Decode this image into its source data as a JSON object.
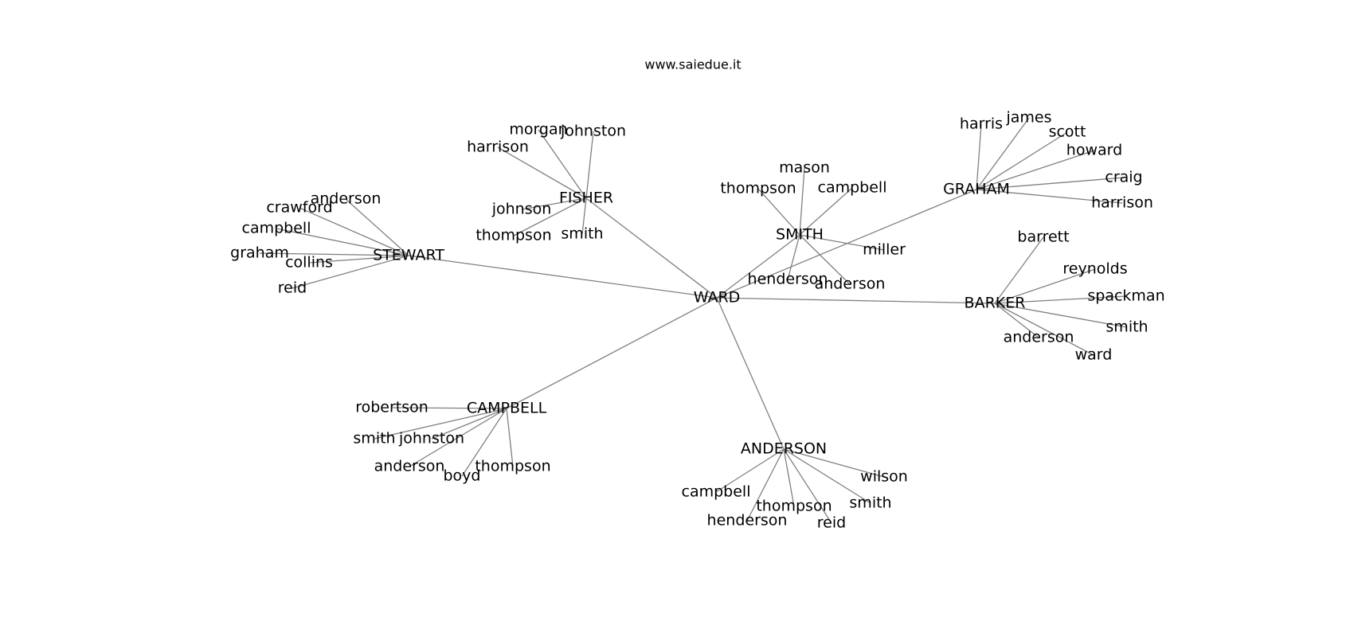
{
  "title": "www.saiedue.it",
  "colors": {
    "edge": "#808080",
    "text": "#000000",
    "background": "#ffffff"
  },
  "nodes": [
    {
      "id": "ward",
      "label": "WARD"
    },
    {
      "id": "stewart",
      "label": "STEWART"
    },
    {
      "id": "fisher",
      "label": "FISHER"
    },
    {
      "id": "smith",
      "label": "SMITH"
    },
    {
      "id": "graham",
      "label": "GRAHAM"
    },
    {
      "id": "barker",
      "label": "BARKER"
    },
    {
      "id": "campbell",
      "label": "CAMPBELL"
    },
    {
      "id": "anderson",
      "label": "ANDERSON"
    },
    {
      "id": "stewart-anderson",
      "label": "anderson"
    },
    {
      "id": "stewart-crawford",
      "label": "crawford"
    },
    {
      "id": "stewart-campbell",
      "label": "campbell"
    },
    {
      "id": "stewart-graham",
      "label": "graham"
    },
    {
      "id": "stewart-collins",
      "label": "collins"
    },
    {
      "id": "stewart-reid",
      "label": "reid"
    },
    {
      "id": "fisher-morgan",
      "label": "morgan"
    },
    {
      "id": "fisher-johnston",
      "label": "johnston"
    },
    {
      "id": "fisher-harrison",
      "label": "harrison"
    },
    {
      "id": "fisher-johnson",
      "label": "johnson"
    },
    {
      "id": "fisher-thompson",
      "label": "thompson"
    },
    {
      "id": "fisher-smith",
      "label": "smith"
    },
    {
      "id": "smith-mason",
      "label": "mason"
    },
    {
      "id": "smith-thompson",
      "label": "thompson"
    },
    {
      "id": "smith-campbell",
      "label": "campbell"
    },
    {
      "id": "smith-miller",
      "label": "miller"
    },
    {
      "id": "smith-henderson",
      "label": "henderson"
    },
    {
      "id": "smith-anderson",
      "label": "anderson"
    },
    {
      "id": "graham-harris",
      "label": "harris"
    },
    {
      "id": "graham-james",
      "label": "james"
    },
    {
      "id": "graham-scott",
      "label": "scott"
    },
    {
      "id": "graham-howard",
      "label": "howard"
    },
    {
      "id": "graham-craig",
      "label": "craig"
    },
    {
      "id": "graham-harrison",
      "label": "harrison"
    },
    {
      "id": "barker-barrett",
      "label": "barrett"
    },
    {
      "id": "barker-reynolds",
      "label": "reynolds"
    },
    {
      "id": "barker-spackman",
      "label": "spackman"
    },
    {
      "id": "barker-smith",
      "label": "smith"
    },
    {
      "id": "barker-anderson",
      "label": "anderson"
    },
    {
      "id": "barker-ward",
      "label": "ward"
    },
    {
      "id": "campbell-robertson",
      "label": "robertson"
    },
    {
      "id": "campbell-smith",
      "label": "smith"
    },
    {
      "id": "campbell-johnston",
      "label": "johnston"
    },
    {
      "id": "campbell-anderson",
      "label": "anderson"
    },
    {
      "id": "campbell-boyd",
      "label": "boyd"
    },
    {
      "id": "campbell-thompson",
      "label": "thompson"
    },
    {
      "id": "anderson-wilson",
      "label": "wilson"
    },
    {
      "id": "anderson-campbell",
      "label": "campbell"
    },
    {
      "id": "anderson-thompson",
      "label": "thompson"
    },
    {
      "id": "anderson-smith",
      "label": "smith"
    },
    {
      "id": "anderson-henderson",
      "label": "henderson"
    },
    {
      "id": "anderson-reid",
      "label": "reid"
    }
  ],
  "edges": [
    [
      "ward",
      "stewart"
    ],
    [
      "ward",
      "fisher"
    ],
    [
      "ward",
      "smith"
    ],
    [
      "ward",
      "graham"
    ],
    [
      "ward",
      "barker"
    ],
    [
      "ward",
      "campbell"
    ],
    [
      "ward",
      "anderson"
    ],
    [
      "stewart",
      "stewart-anderson"
    ],
    [
      "stewart",
      "stewart-crawford"
    ],
    [
      "stewart",
      "stewart-campbell"
    ],
    [
      "stewart",
      "stewart-graham"
    ],
    [
      "stewart",
      "stewart-collins"
    ],
    [
      "stewart",
      "stewart-reid"
    ],
    [
      "fisher",
      "fisher-morgan"
    ],
    [
      "fisher",
      "fisher-johnston"
    ],
    [
      "fisher",
      "fisher-harrison"
    ],
    [
      "fisher",
      "fisher-johnson"
    ],
    [
      "fisher",
      "fisher-thompson"
    ],
    [
      "fisher",
      "fisher-smith"
    ],
    [
      "smith",
      "smith-mason"
    ],
    [
      "smith",
      "smith-thompson"
    ],
    [
      "smith",
      "smith-campbell"
    ],
    [
      "smith",
      "smith-miller"
    ],
    [
      "smith",
      "smith-henderson"
    ],
    [
      "smith",
      "smith-anderson"
    ],
    [
      "graham",
      "graham-harris"
    ],
    [
      "graham",
      "graham-james"
    ],
    [
      "graham",
      "graham-scott"
    ],
    [
      "graham",
      "graham-howard"
    ],
    [
      "graham",
      "graham-craig"
    ],
    [
      "graham",
      "graham-harrison"
    ],
    [
      "barker",
      "barker-barrett"
    ],
    [
      "barker",
      "barker-reynolds"
    ],
    [
      "barker",
      "barker-spackman"
    ],
    [
      "barker",
      "barker-smith"
    ],
    [
      "barker",
      "barker-anderson"
    ],
    [
      "barker",
      "barker-ward"
    ],
    [
      "campbell",
      "campbell-robertson"
    ],
    [
      "campbell",
      "campbell-smith"
    ],
    [
      "campbell",
      "campbell-johnston"
    ],
    [
      "campbell",
      "campbell-anderson"
    ],
    [
      "campbell",
      "campbell-boyd"
    ],
    [
      "campbell",
      "campbell-thompson"
    ],
    [
      "anderson",
      "anderson-wilson"
    ],
    [
      "anderson",
      "anderson-campbell"
    ],
    [
      "anderson",
      "anderson-thompson"
    ],
    [
      "anderson",
      "anderson-smith"
    ],
    [
      "anderson",
      "anderson-henderson"
    ],
    [
      "anderson",
      "anderson-reid"
    ]
  ]
}
